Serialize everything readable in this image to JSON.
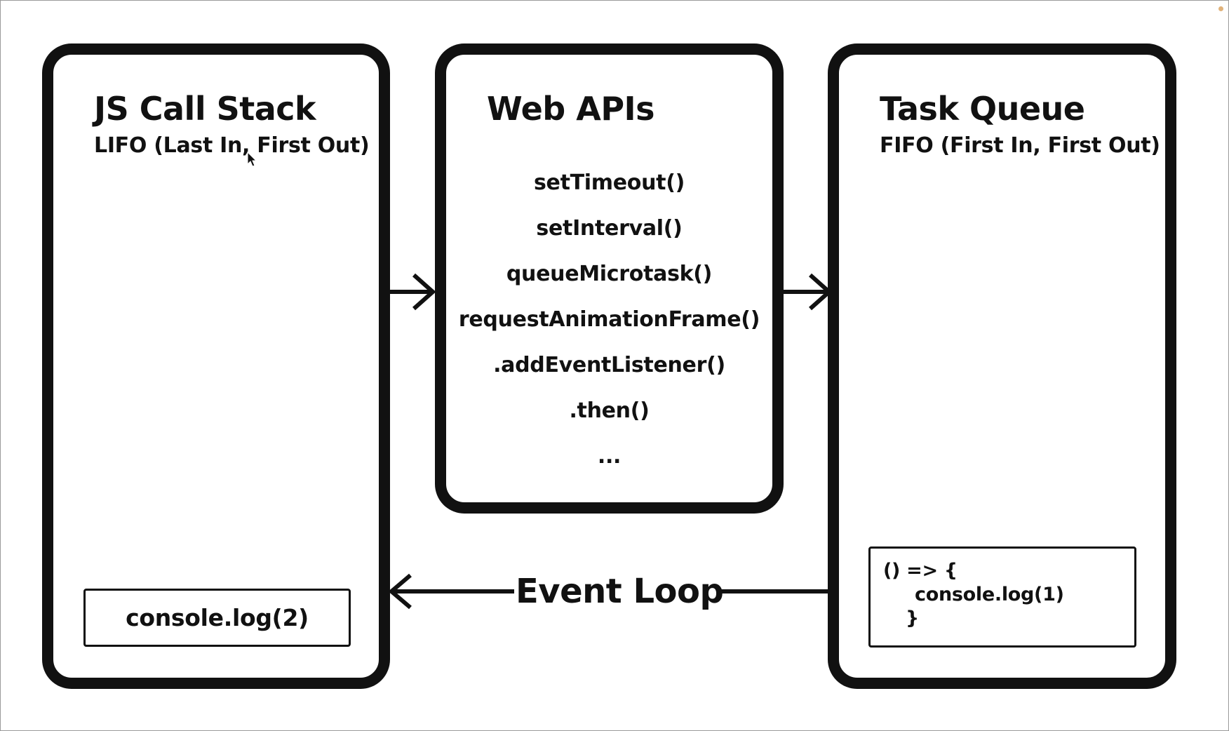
{
  "call_stack": {
    "title": "JS Call Stack",
    "subtitle": "LIFO (Last In, First Out)",
    "items": [
      "console.log(2)"
    ]
  },
  "web_apis": {
    "title": "Web APIs",
    "items": [
      "setTimeout()",
      "setInterval()",
      "queueMicrotask()",
      "requestAnimationFrame()",
      ".addEventListener()",
      ".then()",
      "..."
    ]
  },
  "task_queue": {
    "title": "Task Queue",
    "subtitle": "FIFO (First In, First Out)",
    "callback_lines": [
      "() => {",
      "console.log(1)",
      "}"
    ]
  },
  "event_loop": {
    "label": "Event Loop"
  },
  "colors": {
    "stroke": "#111111",
    "background": "#ffffff",
    "frame_border": "#9a9a9a",
    "corner_dot": "#e0b27a"
  }
}
